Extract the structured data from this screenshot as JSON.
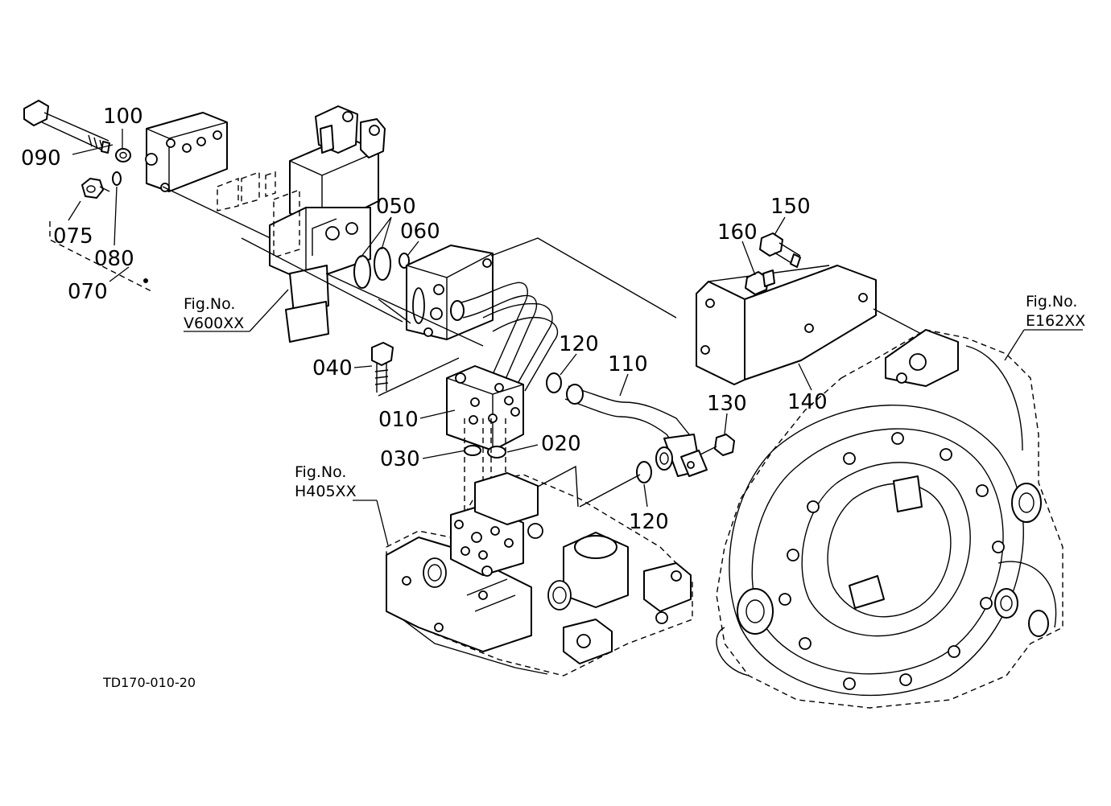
{
  "part_labels": [
    {
      "id": "p090",
      "text": "090"
    },
    {
      "id": "p100",
      "text": "100"
    },
    {
      "id": "p075",
      "text": "075"
    },
    {
      "id": "p080",
      "text": "080"
    },
    {
      "id": "p070",
      "text": "070"
    },
    {
      "id": "p050",
      "text": "050"
    },
    {
      "id": "p060",
      "text": "060"
    },
    {
      "id": "p040",
      "text": "040"
    },
    {
      "id": "p010",
      "text": "010"
    },
    {
      "id": "p030",
      "text": "030"
    },
    {
      "id": "p020",
      "text": "020"
    },
    {
      "id": "p120a",
      "text": "120"
    },
    {
      "id": "p110",
      "text": "110"
    },
    {
      "id": "p120b",
      "text": "120"
    },
    {
      "id": "p130",
      "text": "130"
    },
    {
      "id": "p160",
      "text": "160"
    },
    {
      "id": "p150",
      "text": "150"
    },
    {
      "id": "p140",
      "text": "140"
    }
  ],
  "figure_refs": [
    {
      "id": "v600",
      "prefix": "Fig.No.",
      "code": "V600XX"
    },
    {
      "id": "h405",
      "prefix": "Fig.No.",
      "code": "H405XX"
    },
    {
      "id": "e162",
      "prefix": "Fig.No.",
      "code": "E162XX"
    }
  ],
  "drawing_code": "TD170-010-20"
}
